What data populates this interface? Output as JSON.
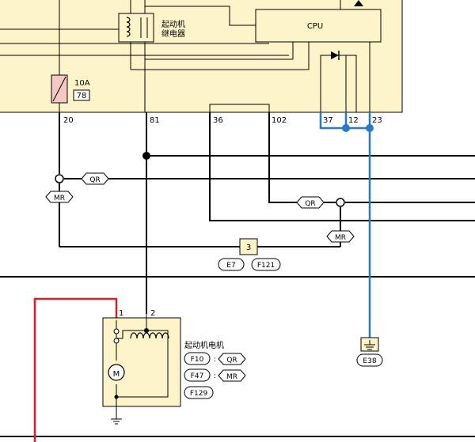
{
  "ecu_box": {
    "cpu_label": "CPU",
    "relay_label_line1": "起动机",
    "relay_label_line2": "继电器",
    "fuse_amp": "10A",
    "fuse_number": "78",
    "pins": {
      "p20": "20",
      "p81": "81",
      "p36": "36",
      "p102": "102",
      "p37": "37",
      "p12": "12",
      "p23": "23"
    }
  },
  "options": {
    "qr": "QR",
    "mr": "MR"
  },
  "junction": {
    "number": "3",
    "conn_a": "E7",
    "conn_b": "F121"
  },
  "starter_motor": {
    "label": "起动机电机",
    "pin1": "1",
    "pin2": "2",
    "motor_symbol": "M",
    "connectors": [
      {
        "code": "F10",
        "sep": ":",
        "option": "QR"
      },
      {
        "code": "F47",
        "sep": ":",
        "option": "MR"
      },
      {
        "code": "F129"
      }
    ]
  },
  "ground": {
    "code": "E38"
  },
  "colors": {
    "ecu_fill": "#fdf5c9",
    "wire_black": "#000000",
    "wire_blue": "#2a78c8",
    "wire_red": "#d8202a",
    "fuse_fill": "#f4c9c4"
  }
}
